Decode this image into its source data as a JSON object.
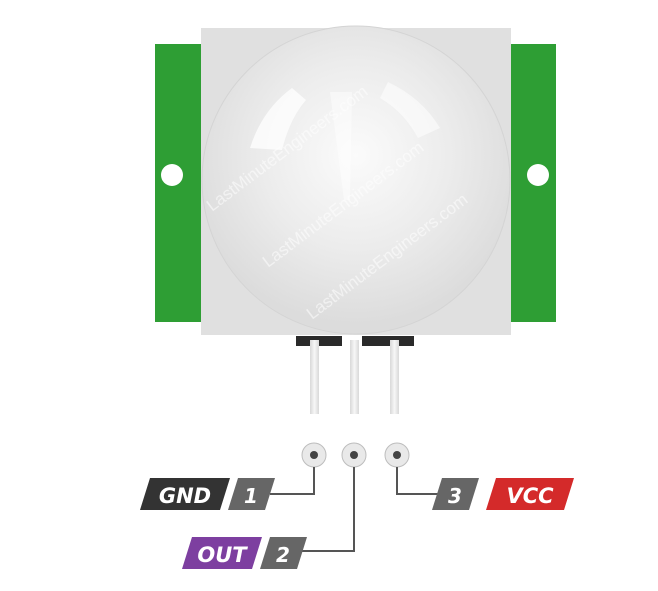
{
  "watermark": {
    "text_1": "LastMinuteEngineers.com",
    "text_2": "LastMinuteEngineers.com",
    "text_3": "LastMinuteEngineers.com"
  },
  "colors": {
    "pcb": "#2e9e34",
    "dome": "#e8e8e8",
    "housing": "#dedede",
    "wire": "#555555",
    "gnd": "#333333",
    "number": "#666666",
    "out": "#7d3fa0",
    "vcc": "#d42a2a"
  },
  "pins": [
    {
      "number": "1",
      "name": "GND"
    },
    {
      "number": "2",
      "name": "OUT"
    },
    {
      "number": "3",
      "name": "VCC"
    }
  ]
}
